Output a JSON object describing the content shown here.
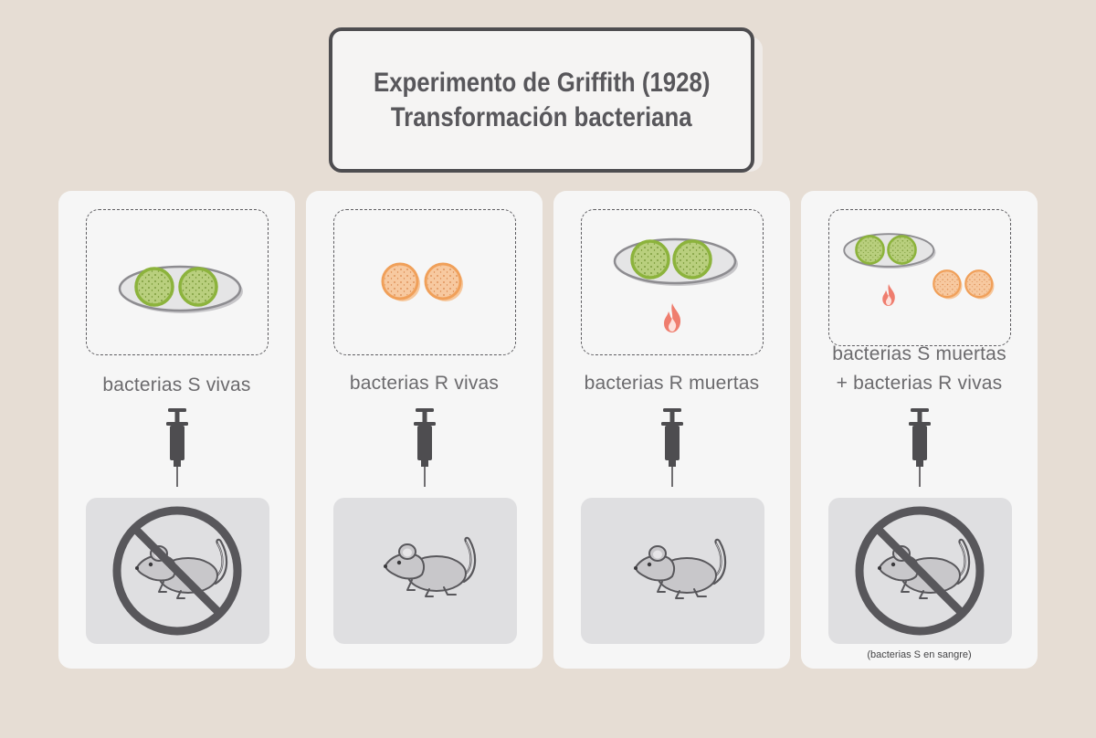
{
  "title": {
    "line1": "Experimento de Griffith (1928)",
    "line2": "Transformación bacteriana"
  },
  "panels": [
    {
      "label_line1": "bacterias S vivas",
      "label_line2": "",
      "mouse_outcome": "dead",
      "note": ""
    },
    {
      "label_line1": "bacterias R vivas",
      "label_line2": "",
      "mouse_outcome": "alive",
      "note": ""
    },
    {
      "label_line1": "bacterias R muertas",
      "label_line2": "",
      "mouse_outcome": "alive",
      "note": ""
    },
    {
      "label_line1": "bacterias S muertas",
      "label_line2": "+ bacterias R vivas",
      "mouse_outcome": "dead",
      "note": "(bacterias S en sangre)"
    }
  ],
  "colors": {
    "background": "#e6ddd4",
    "panel": "#f6f6f6",
    "s_bacteria": "#8cb33c",
    "r_bacteria": "#f0a05a",
    "flame": "#ef7d6e",
    "dark": "#4e4d50"
  },
  "icons": [
    "s-bacteria-plate-icon",
    "r-bacteria-icon",
    "flame-icon",
    "syringe-icon",
    "mouse-icon",
    "prohibited-icon"
  ]
}
